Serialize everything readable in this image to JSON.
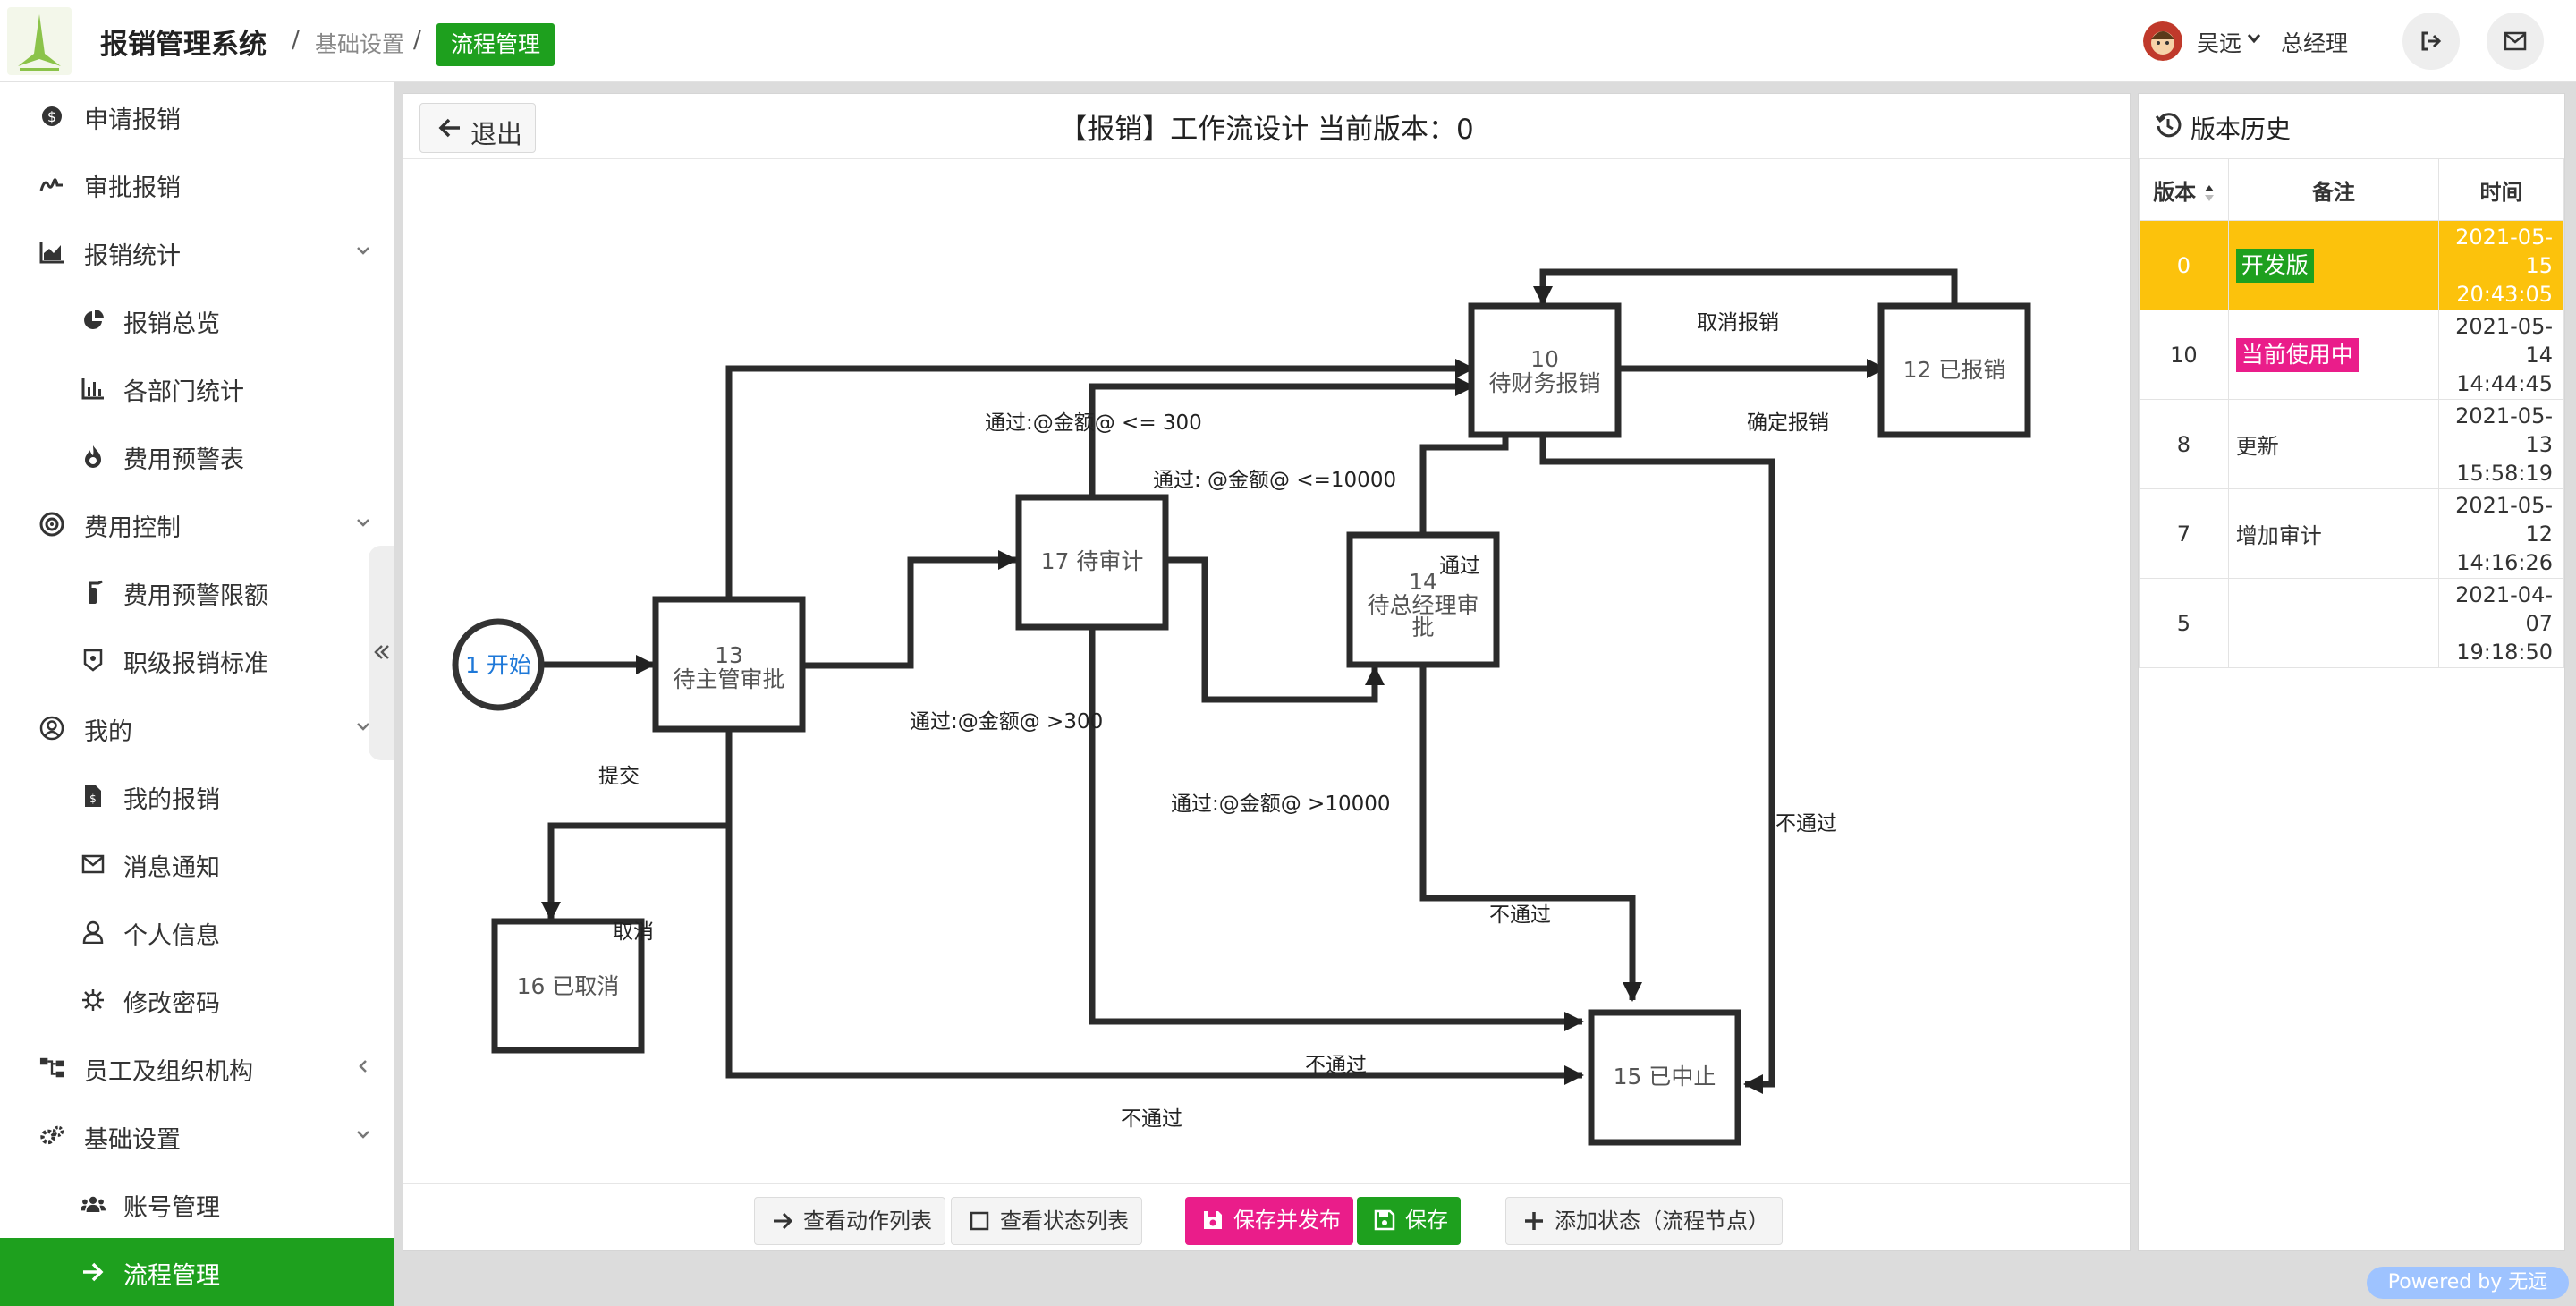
{
  "header": {
    "app_title": "报销管理系统",
    "breadcrumb": [
      "基础设置",
      "流程管理"
    ],
    "user_name": "吴远",
    "user_role": "总经理"
  },
  "sidebar": {
    "items": [
      {
        "label": "申请报销",
        "icon": "money-icon"
      },
      {
        "label": "审批报销",
        "icon": "signature-icon"
      },
      {
        "label": "报销统计",
        "icon": "area-chart-icon"
      },
      {
        "label": "报销总览",
        "icon": "pie-chart-icon"
      },
      {
        "label": "各部门统计",
        "icon": "bar-chart-icon"
      },
      {
        "label": "费用预警表",
        "icon": "fire-icon"
      },
      {
        "label": "费用控制",
        "icon": "target-icon"
      },
      {
        "label": "费用预警限额",
        "icon": "fire-extinguisher-icon"
      },
      {
        "label": "职级报销标准",
        "icon": "badge-icon"
      },
      {
        "label": "我的",
        "icon": "user-circle-icon"
      },
      {
        "label": "我的报销",
        "icon": "file-invoice-icon"
      },
      {
        "label": "消息通知",
        "icon": "envelope-icon"
      },
      {
        "label": "个人信息",
        "icon": "user-icon"
      },
      {
        "label": "修改密码",
        "icon": "virus-icon"
      },
      {
        "label": "员工及组织机构",
        "icon": "sitemap-icon"
      },
      {
        "label": "基础设置",
        "icon": "cogs-icon"
      },
      {
        "label": "账号管理",
        "icon": "users-icon"
      },
      {
        "label": "流程管理",
        "icon": "arrow-right-icon"
      }
    ]
  },
  "main": {
    "exit_label": "退出",
    "title": "【报销】工作流设计 当前版本：0"
  },
  "workflow": {
    "nodes": [
      {
        "id": "n1",
        "label": "1 开始"
      },
      {
        "id": "n13",
        "label_1": "13",
        "label_2": "待主管审批"
      },
      {
        "id": "n16",
        "label": "16 已取消"
      },
      {
        "id": "n17",
        "label": "17 待审计"
      },
      {
        "id": "n14",
        "label_1": "14",
        "label_2": "待总经理审",
        "label_3": "批"
      },
      {
        "id": "n10",
        "label_1": "10",
        "label_2": "待财务报销"
      },
      {
        "id": "n12",
        "label": "12 已报销"
      },
      {
        "id": "n15",
        "label": "15 已中止"
      }
    ],
    "edges": {
      "submit": "提交",
      "pass_le300": "通过:@金额@ <= 300",
      "pass_le10000": "通过: @金额@ <=10000",
      "pass_gt300": "通过:@金额@ >300",
      "pass_gt10000": "通过:@金额@ >10000",
      "pass": "通过",
      "cancel_reimb": "取消报销",
      "confirm_reimb": "确定报销",
      "cancel": "取消",
      "reject_14": "不通过",
      "reject_10": "不通过",
      "reject_17": "不通过",
      "reject_13": "不通过"
    }
  },
  "footer": {
    "view_actions": "查看动作列表",
    "view_states": "查看状态列表",
    "save_publish": "保存并发布",
    "save": "保存",
    "add_state": "添加状态（流程节点）"
  },
  "history": {
    "title": "版本历史",
    "columns": [
      "版本",
      "备注",
      "时间"
    ],
    "rows": [
      {
        "version": "0",
        "note": "开发版",
        "date": "2021-05-15",
        "time": "20:43:05"
      },
      {
        "version": "10",
        "note": "当前使用中",
        "date": "2021-05-14",
        "time": "14:44:45"
      },
      {
        "version": "8",
        "note": "更新",
        "date": "2021-05-13",
        "time": "15:58:19"
      },
      {
        "version": "7",
        "note": "增加审计",
        "date": "2021-05-12",
        "time": "14:16:26"
      },
      {
        "version": "5",
        "note": "",
        "date": "2021-04-07",
        "time": "19:18:50"
      }
    ]
  },
  "powered_by": "Powered by 无远",
  "colors": {
    "accent": "#1ea01e",
    "selected_row": "#fcc20c",
    "pink": "#ea1d8a",
    "start_node": "#1e78d8"
  }
}
